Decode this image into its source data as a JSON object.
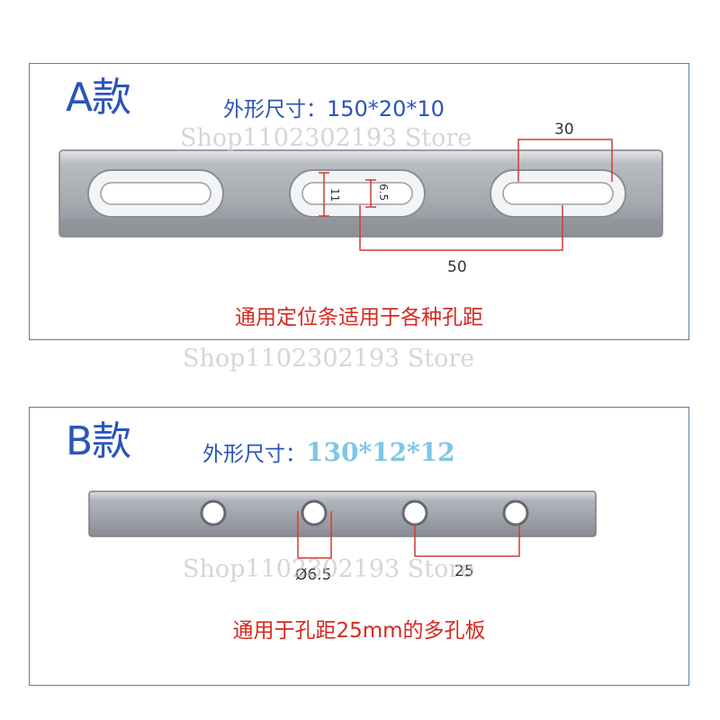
{
  "panel_a": {
    "variant_label": "A款",
    "dim_label": "外形尺寸：",
    "dim_value": "150*20*10",
    "callouts": {
      "slot_length": "30",
      "slot_pitch": "50",
      "slot_width_outer": "11",
      "slot_width_inner": "6.5"
    },
    "caption": "通用定位条适用于各种孔距"
  },
  "panel_b": {
    "variant_label": "B款",
    "dim_label": "外形尺寸：",
    "dim_value": "130*12*12",
    "callouts": {
      "hole_diameter": "Ø6.5",
      "hole_pitch": "25"
    },
    "caption": "通用于孔距25mm的多孔板"
  },
  "watermark": "Shop1102302193 Store",
  "colors": {
    "title_blue": "#2a55b8",
    "caption_red": "#d42a20",
    "dim_value_b": "#7ec6e6",
    "dim_line_red": "#d43a30",
    "frame": "#5c7cb0"
  }
}
